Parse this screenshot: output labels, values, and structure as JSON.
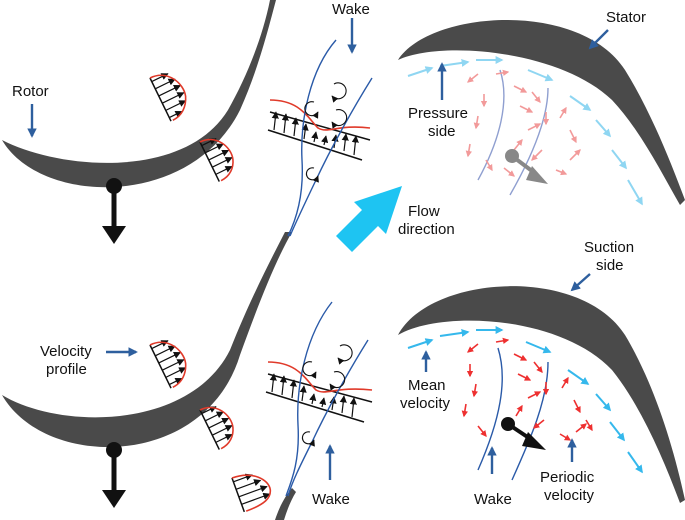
{
  "labels": {
    "rotor": "Rotor",
    "wake_top": "Wake",
    "stator": "Stator",
    "pressure_line1": "Pressure",
    "pressure_line2": "side",
    "flow_line1": "Flow",
    "flow_line2": "direction",
    "suction_line1": "Suction",
    "suction_line2": "side",
    "velocity_line1": "Velocity",
    "velocity_line2": "profile",
    "mean_line1": "Mean",
    "mean_line2": "velocity",
    "wake_bottom_center": "Wake",
    "wake_bottom_right": "Wake",
    "periodic_line1": "Periodic",
    "periodic_line2": "velocity"
  },
  "colors": {
    "blade": "#4a4a4a",
    "pointer_arrow": "#2e5f9e",
    "wake_line": "#2a5aa8",
    "profile_curve": "#e03a2a",
    "flow_arrow": "#1ec4f2",
    "mean_velocity_arrow": "#35b8ec",
    "periodic_velocity_arrow": "#ee3030",
    "top_stator_wake_tint": "#f29a9a",
    "top_stator_streamline": "#8f9fd0",
    "gray_vector": "#888888",
    "black_vector": "#111111"
  }
}
